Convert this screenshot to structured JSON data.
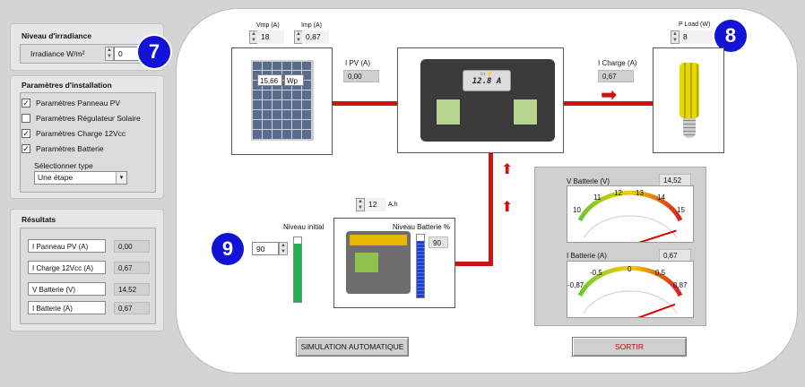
{
  "irradiance_panel": {
    "title": "Niveau d'irradiance",
    "label": "Irradiance W/m²",
    "value": "0",
    "badge": "7"
  },
  "install_panel": {
    "title": "Paramètres d'installation",
    "options": [
      {
        "label": "Paramètres Panneau  PV",
        "checked": true
      },
      {
        "label": "Paramètres Régulateur Solaire",
        "checked": false
      },
      {
        "label": "Paramètres Charge 12Vcc",
        "checked": true
      },
      {
        "label": "Paramètres Batterie",
        "checked": true
      }
    ],
    "select_label": "Sélectionner type",
    "select_value": "Une étape"
  },
  "results_panel": {
    "title": "Résultats",
    "rows": [
      {
        "label": "I Panneau PV (A)",
        "value": "0,00"
      },
      {
        "label": "I Charge 12Vcc  (A)",
        "value": "0,67"
      },
      {
        "label": "V Batterie (V)",
        "value": "14,52"
      },
      {
        "label": "I Batterie (A)",
        "value": "0,67"
      }
    ]
  },
  "pv": {
    "vmp_label": "Vmp (A)",
    "vmp_value": "18",
    "imp_label": "Imp (A)",
    "imp_value": "0,87",
    "panel_value": "15,66",
    "panel_unit": "Wp",
    "ipv_label": "I PV (A)",
    "ipv_value": "0,00"
  },
  "regulator": {
    "display": "12.8 A"
  },
  "load": {
    "label": "P Load (W)",
    "value": "8",
    "badge": "8",
    "icharge_label": "I Charge (A)",
    "icharge_value": "0,67"
  },
  "battery": {
    "capacity_value": "12",
    "capacity_unit": "A.h",
    "level_label": "Niveau Batterie %",
    "level_value": "90",
    "level_percent": 90,
    "initial_label": "Niveau initial",
    "initial_value": "90",
    "initial_percent": 90,
    "badge": "9"
  },
  "gauges": {
    "vbat": {
      "label": "V Batterie (V)",
      "value": "14,52",
      "numeric": 14.52,
      "ticks": [
        "10",
        "11",
        "12",
        "13",
        "14",
        "15"
      ],
      "min": 10,
      "max": 15
    },
    "ibat": {
      "label": "I Batterie (A)",
      "value": "0,67",
      "numeric": 0.67,
      "ticks": [
        "-0,87",
        "-0,5",
        "0",
        "0,5",
        "0,87"
      ],
      "min": -0.87,
      "max": 0.87
    }
  },
  "buttons": {
    "simulate": "SIMULATION AUTOMATIQUE",
    "exit": "SORTIR"
  },
  "colors": {
    "wire": "#cc1414",
    "badge": "#1313d8",
    "level_green": "#22b14c",
    "level_blue": "#1b3fd8",
    "exit_text": "#cc0000"
  }
}
